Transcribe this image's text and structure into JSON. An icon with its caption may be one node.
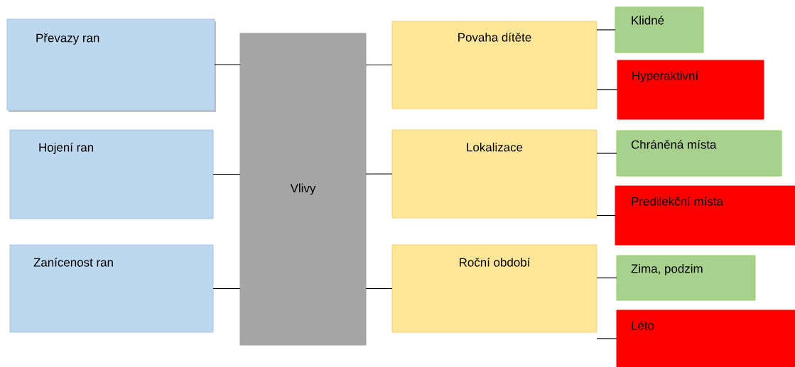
{
  "diagram": {
    "nodes": [
      {
        "text": [
          "Převazy ran"
        ]
      },
      {
        "text": [
          "Hojení ran"
        ]
      },
      {
        "text": [
          "Zanícenost ran"
        ]
      },
      {
        "text": [
          "Vlivy"
        ]
      },
      {
        "text": [
          "Povaha dítěte"
        ]
      },
      {
        "text": [
          "Lokalizace"
        ]
      },
      {
        "text": [
          "Roční období"
        ]
      },
      {
        "text": [
          "Klidné"
        ]
      },
      {
        "text": [
          "Hyperaktivní"
        ]
      },
      {
        "text": [
          "Chráněná místa"
        ]
      },
      {
        "text": [
          "Predilekční místa"
        ]
      },
      {
        "text": [
          "Zima, podzim"
        ]
      },
      {
        "text": [
          "Léto"
        ]
      }
    ],
    "edges": [
      {
        "from": 0,
        "to": 3,
        "arrow": "none"
      },
      {
        "from": 1,
        "to": 3,
        "arrow": "none"
      },
      {
        "from": 2,
        "to": 3,
        "arrow": "none"
      },
      {
        "from": 3,
        "to": 4,
        "arrow": "none"
      },
      {
        "from": 3,
        "to": 5,
        "arrow": "none"
      },
      {
        "from": 3,
        "to": 6,
        "arrow": "none"
      },
      {
        "from": 4,
        "to": 7,
        "arrow": "none"
      },
      {
        "from": 4,
        "to": 8,
        "arrow": "none"
      },
      {
        "from": 5,
        "to": 9,
        "arrow": "none"
      },
      {
        "from": 5,
        "to": 10,
        "arrow": "none"
      },
      {
        "from": 6,
        "to": 11,
        "arrow": "none"
      },
      {
        "from": 6,
        "to": 12,
        "arrow": "none"
      }
    ]
  }
}
